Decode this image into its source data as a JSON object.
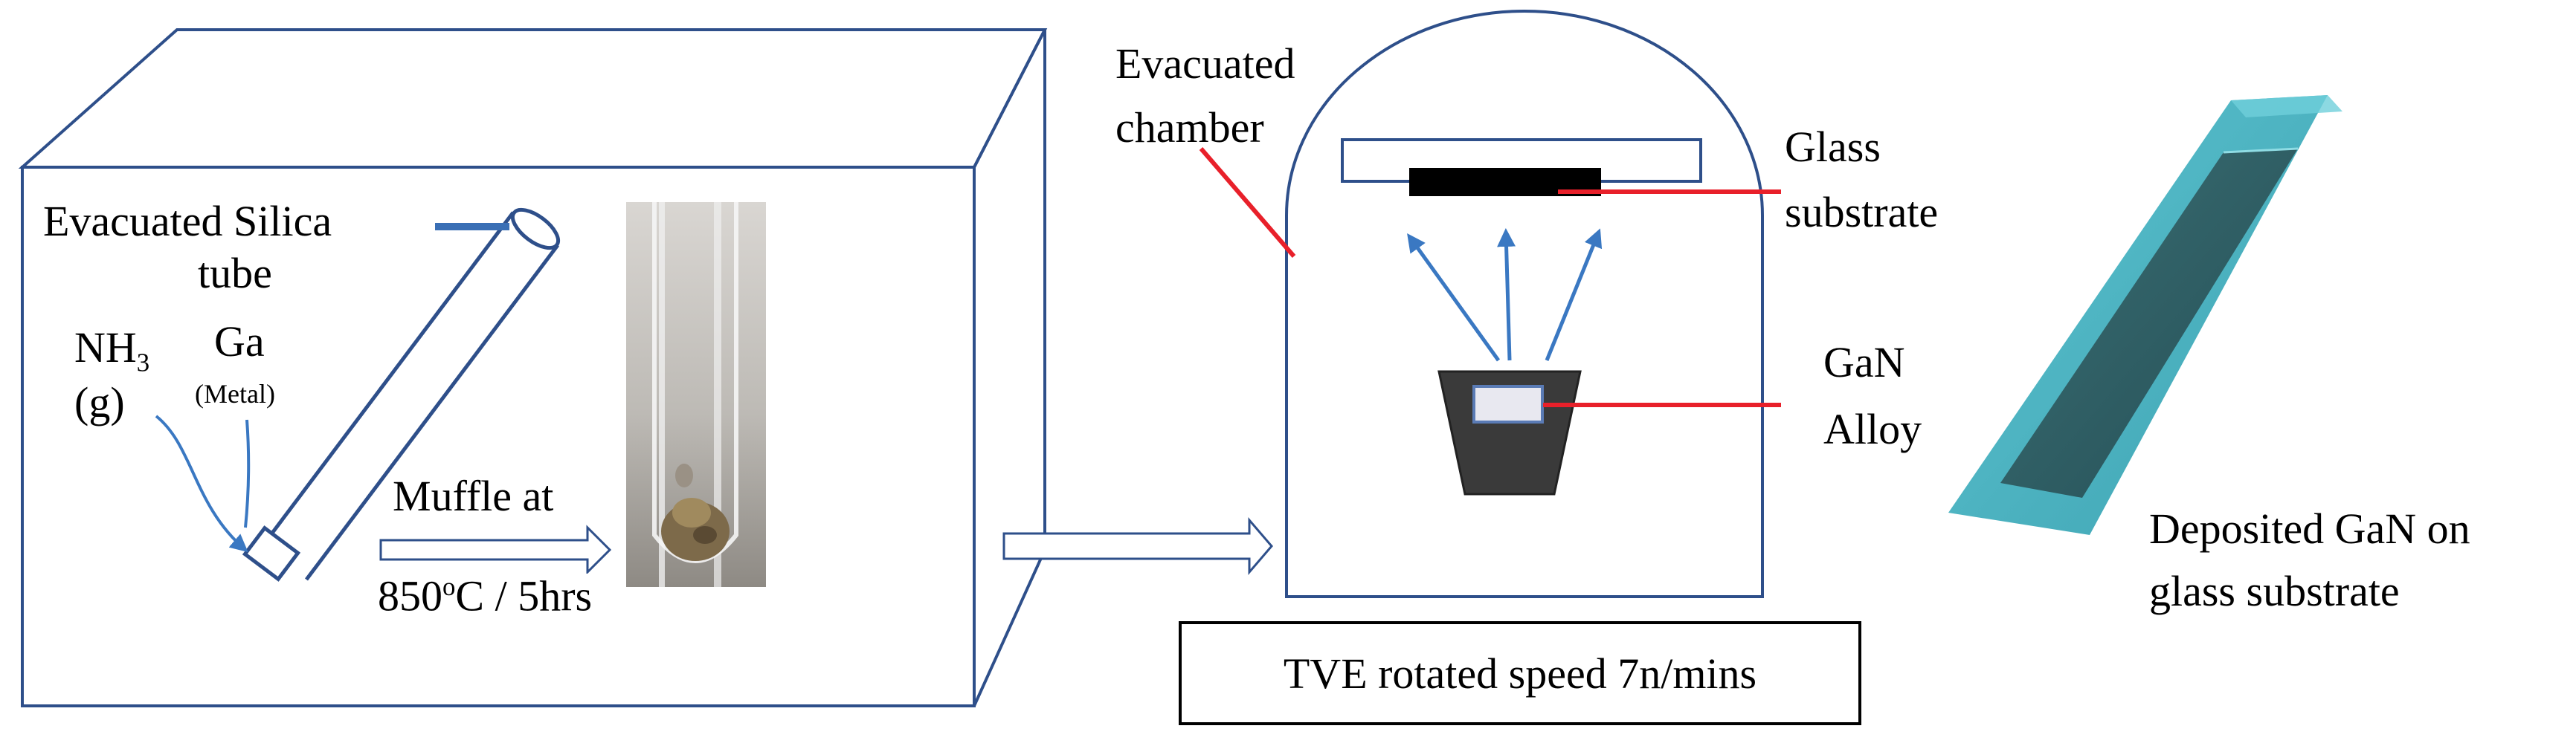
{
  "labels": {
    "silica_tube_line1": "Evacuated Silica",
    "silica_tube_line2": "tube",
    "nh3_formula": "NH",
    "nh3_sub": "3",
    "nh3_state": "(g)",
    "ga": "Ga",
    "ga_metal": "(Metal)",
    "muffle": "Muffle at",
    "temperature_value": "850",
    "temperature_sup": "o",
    "temperature_rest": "C / 5hrs",
    "chamber_line1": "Evacuated",
    "chamber_line2": "chamber",
    "glass_line1": "Glass",
    "glass_line2": "substrate",
    "gan_line1": "GaN",
    "gan_line2": "Alloy",
    "tve_caption": "TVE rotated speed 7n/mins",
    "deposited_line1": "Deposited GaN on",
    "deposited_line2": "glass substrate"
  },
  "colors": {
    "outline_blue": "#2e4f8a",
    "arrow_blue": "#3a78c2",
    "tube_blue": "#3a6fb5",
    "pointer_red": "#e8202a",
    "crucible_dark": "#3a3a3a",
    "substrate_black": "#000000",
    "glass_teal": "#4fb4c2",
    "glass_dark": "#2c6a72"
  }
}
